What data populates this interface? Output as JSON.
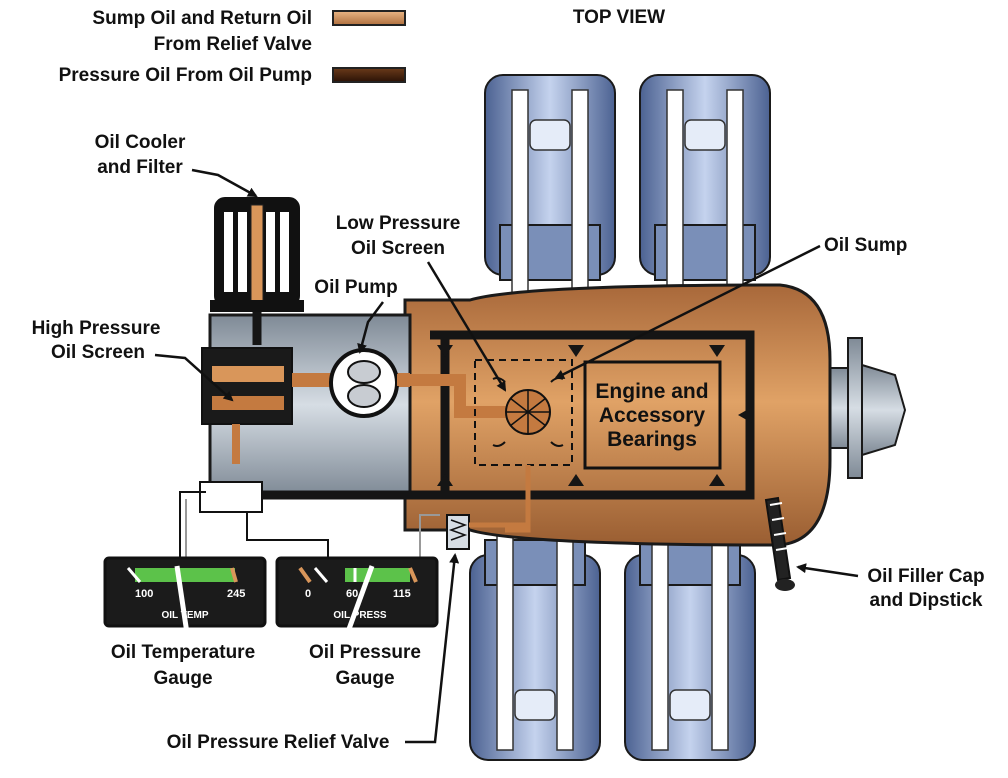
{
  "legend": {
    "sump_oil": {
      "line1": "Sump Oil and Return Oil",
      "line2": "From Relief Valve",
      "color": "#d9965a"
    },
    "pressure_oil": {
      "line1": "Pressure Oil From Oil Pump",
      "color": "#5a2e14"
    }
  },
  "view_label": "TOP VIEW",
  "labels": {
    "oil_cooler": {
      "line1": "Oil Cooler",
      "line2": "and Filter"
    },
    "high_pressure_screen": {
      "line1": "High Pressure",
      "line2": "Oil Screen"
    },
    "oil_pump": "Oil Pump",
    "low_pressure_screen": {
      "line1": "Low Pressure",
      "line2": "Oil Screen"
    },
    "oil_sump": "Oil Sump",
    "engine_bearings": {
      "line1": "Engine and",
      "line2": "Accessory",
      "line3": "Bearings"
    },
    "oil_filler": {
      "line1": "Oil Filler Cap",
      "line2": "and Dipstick"
    },
    "oil_temp_gauge": {
      "line1": "Oil Temperature",
      "line2": "Gauge"
    },
    "oil_pressure_gauge": {
      "line1": "Oil Pressure",
      "line2": "Gauge"
    },
    "relief_valve": "Oil Pressure Relief Valve"
  },
  "gauges": {
    "temp": {
      "min": "100",
      "max": "245",
      "name": "OIL TEMP"
    },
    "pressure": {
      "low": "0",
      "mid": "60",
      "max": "115",
      "name": "OIL PRESS"
    }
  },
  "colors": {
    "engine_body": "#c98a4e",
    "cylinder": "#9fb4d8",
    "pressure_line": "#1a1a1a",
    "gauge_face": "#1b1b1b",
    "gauge_green": "#5cc24a"
  }
}
